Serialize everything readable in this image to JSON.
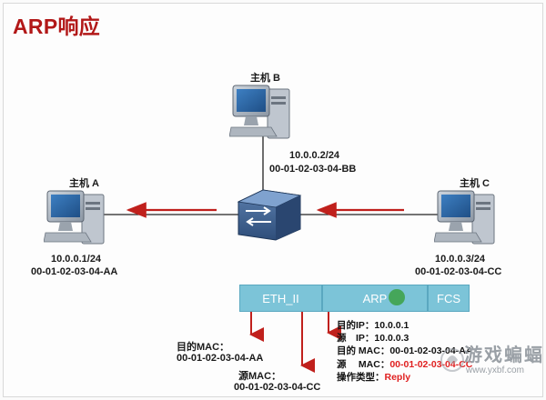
{
  "slide": {
    "title": "ARP响应"
  },
  "hosts": {
    "b": {
      "name": "主机 B",
      "ip": "10.0.0.2/24",
      "mac": "00-01-02-03-04-BB"
    },
    "a": {
      "name": "主机 A",
      "ip": "10.0.0.1/24",
      "mac": "00-01-02-03-04-AA"
    },
    "c": {
      "name": "主机 C",
      "ip": "10.0.0.3/24",
      "mac": "00-01-02-03-04-CC"
    }
  },
  "frame": {
    "eth": "ETH_II",
    "arp": "ARP",
    "fcs": "FCS"
  },
  "eth_fields": {
    "dst_label": "目的MAC：",
    "dst_value": "00-01-02-03-04-AA",
    "src_label": "源MAC：",
    "src_value": "00-01-02-03-04-CC"
  },
  "arp_fields": {
    "dst_ip": "目的IP：10.0.0.1",
    "src_ip": "源　IP：10.0.0.3",
    "dst_mac": "目的 MAC：00-01-02-03-04-AA",
    "src_mac_label": "源　 MAC：",
    "src_mac_value": "00-01-02-03-04-CC",
    "op_label": "操作类型：",
    "op_value": "Reply"
  },
  "watermark": {
    "brand": "游戏蝙蝠",
    "url": "www.yxbf.com"
  },
  "colors": {
    "title": "#b21818",
    "arrow": "#c0201c",
    "frame_segment": "#7cc4d8",
    "highlight": "#e02020"
  },
  "icons": {
    "switch": "switch-icon",
    "pc": "desktop-computer-icon"
  }
}
